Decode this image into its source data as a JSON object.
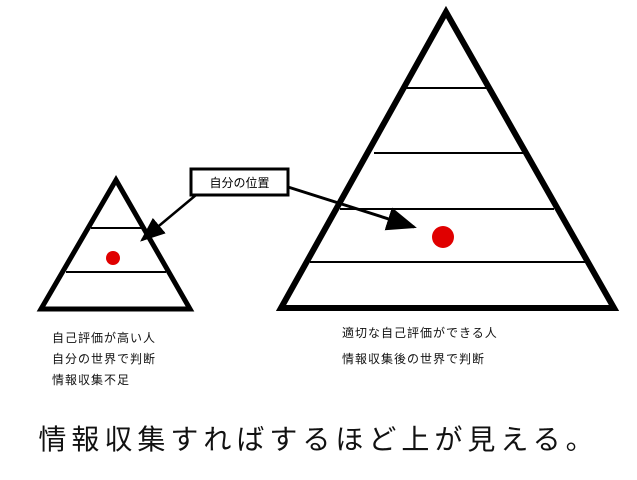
{
  "marker_label": "自分の位置",
  "small_pyramid": {
    "lines": [
      "自己評価が高い人",
      "自分の世界で判断",
      "情報収集不足"
    ]
  },
  "large_pyramid": {
    "lines": [
      "適切な自己評価ができる人",
      "情報収集後の世界で判断"
    ]
  },
  "headline": "情報収集すればするほど上が見える。",
  "colors": {
    "stroke": "#000000",
    "marker": "#e00000",
    "background": "#ffffff"
  }
}
